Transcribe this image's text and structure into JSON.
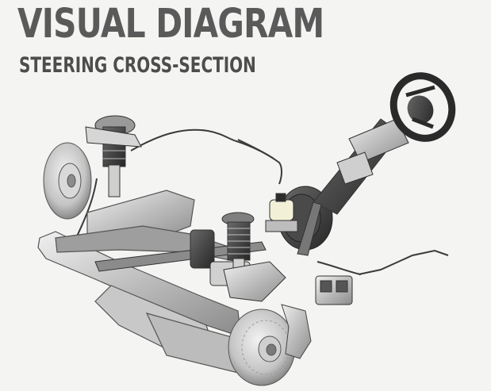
{
  "header": {
    "title": "VISUAL DIAGRAM",
    "subtitle": "STEERING CROSS-SECTION"
  },
  "colors": {
    "background": "#f4f4f2",
    "title_text": "#5a5a5a",
    "metal_light": "#d9d9d9",
    "metal_mid": "#a9a9a9",
    "metal_dark": "#3a3a3a"
  },
  "diagram": {
    "subject": "front suspension and steering assembly",
    "parts": [
      "steering-wheel",
      "steering-column",
      "brake-booster",
      "master-cylinder",
      "strut-left",
      "strut-right",
      "brake-disc-left",
      "brake-disc-right",
      "brake-caliper",
      "subframe",
      "steering-rack",
      "brake-lines",
      "abs-unit"
    ]
  }
}
